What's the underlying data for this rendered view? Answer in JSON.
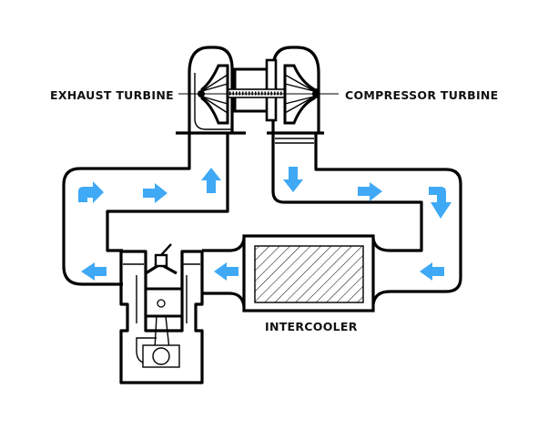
{
  "labels": {
    "exhaust_turbine": "EXHAUST TURBINE",
    "compressor_turbine": "COMPRESSOR TURBINE",
    "intercooler": "INTERCOOLER"
  },
  "colors": {
    "arrow": "#3fa9f5",
    "line": "#000000",
    "background": "#ffffff"
  },
  "arrows": [
    {
      "id": "hot-1",
      "direction": "curve-right"
    },
    {
      "id": "hot-2",
      "direction": "right"
    },
    {
      "id": "hot-3",
      "direction": "up"
    },
    {
      "id": "cold-1",
      "direction": "down"
    },
    {
      "id": "cold-2",
      "direction": "right"
    },
    {
      "id": "cold-3",
      "direction": "curve-down"
    },
    {
      "id": "cold-4",
      "direction": "left"
    },
    {
      "id": "cold-5",
      "direction": "left"
    },
    {
      "id": "hot-4",
      "direction": "left"
    }
  ]
}
